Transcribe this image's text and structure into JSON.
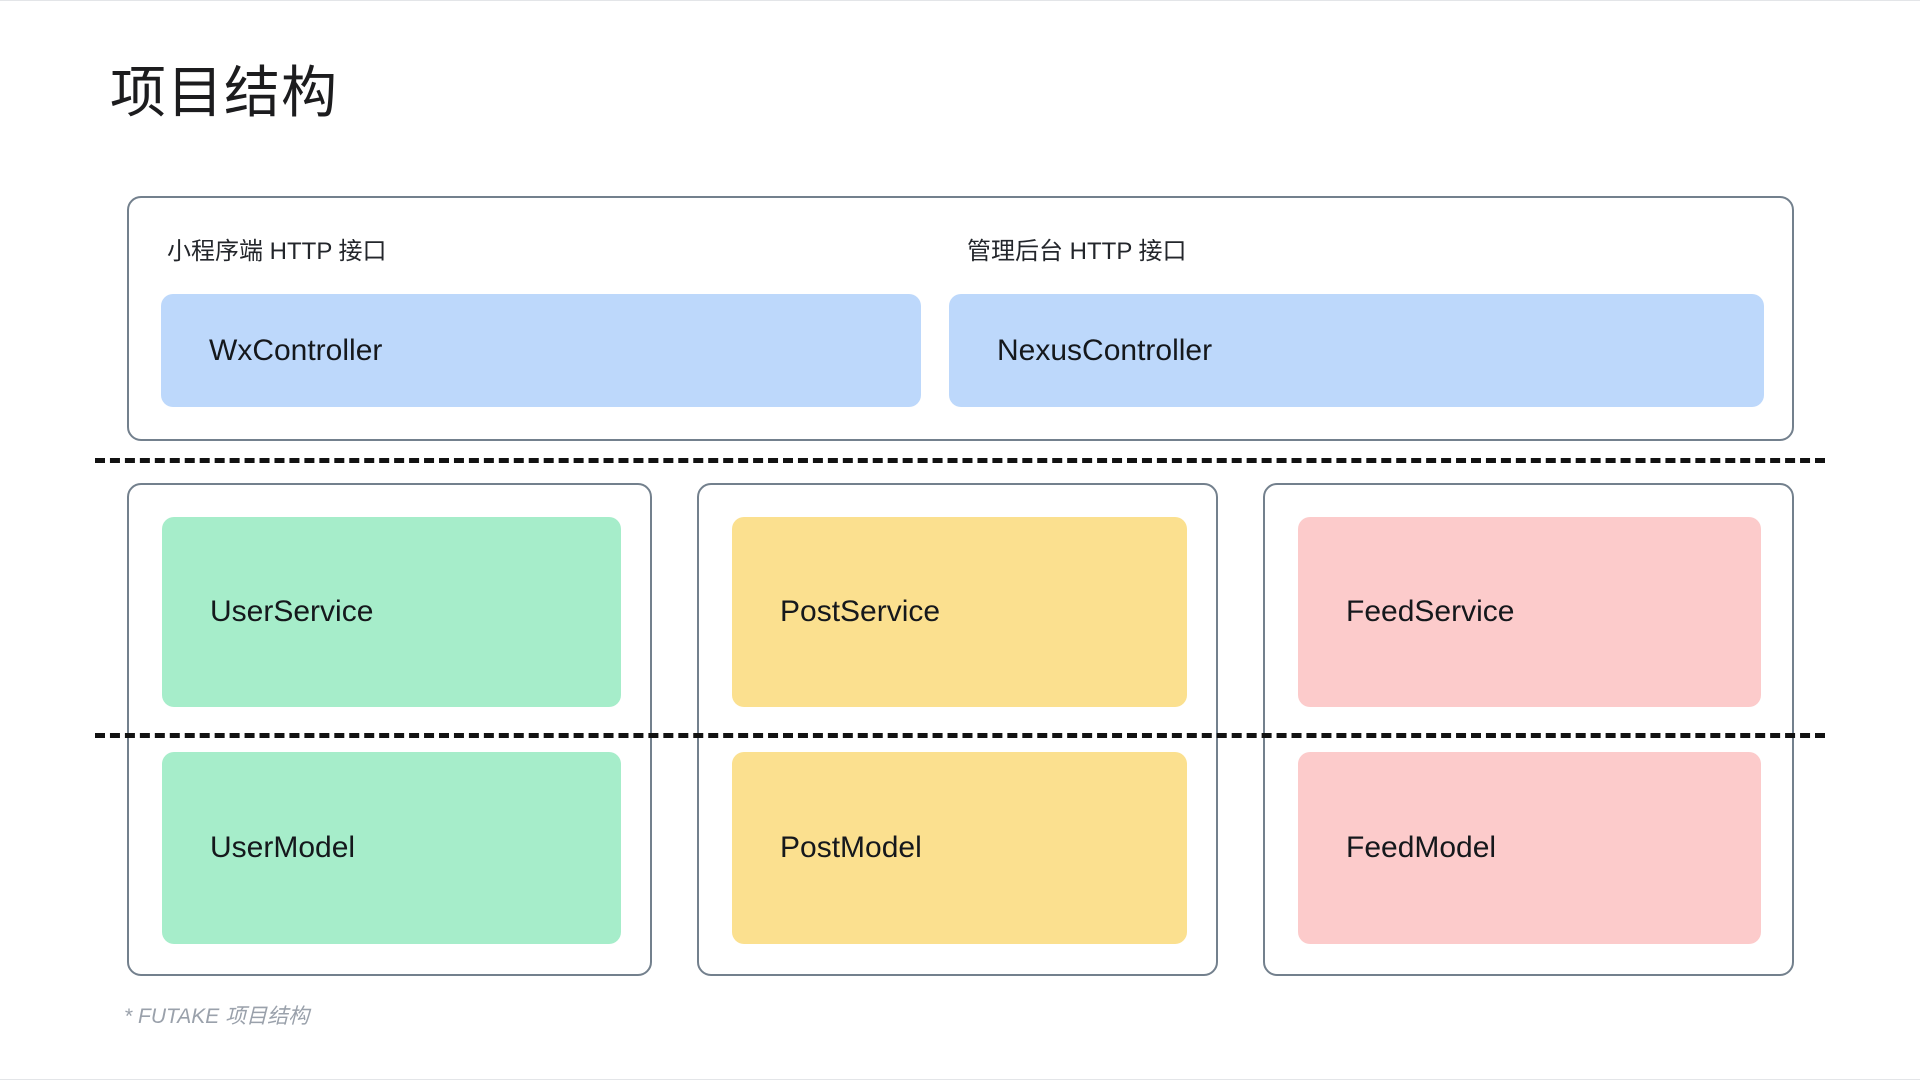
{
  "page": {
    "title": "项目结构",
    "footnote": "* FUTAKE 项目结构",
    "background": "#ffffff"
  },
  "colors": {
    "card_border": "#73808d",
    "dashed_rule": "#121212",
    "controller_chip": "#bdd8fb",
    "user_chip": "#a6edca",
    "post_chip": "#fbe08f",
    "feed_chip": "#fccbcb",
    "title_text": "#1c1c1e",
    "chip_text": "#15181c",
    "footnote_text": "#9aa1ab"
  },
  "controller_layer": {
    "columns": [
      {
        "label": "小程序端 HTTP 接口",
        "chip": "WxController"
      },
      {
        "label": "管理后台 HTTP 接口",
        "chip": "NexusController"
      }
    ]
  },
  "domain_layer": {
    "columns": [
      {
        "service": "UserService",
        "model": "UserModel"
      },
      {
        "service": "PostService",
        "model": "PostModel"
      },
      {
        "service": "FeedService",
        "model": "FeedModel"
      }
    ]
  }
}
